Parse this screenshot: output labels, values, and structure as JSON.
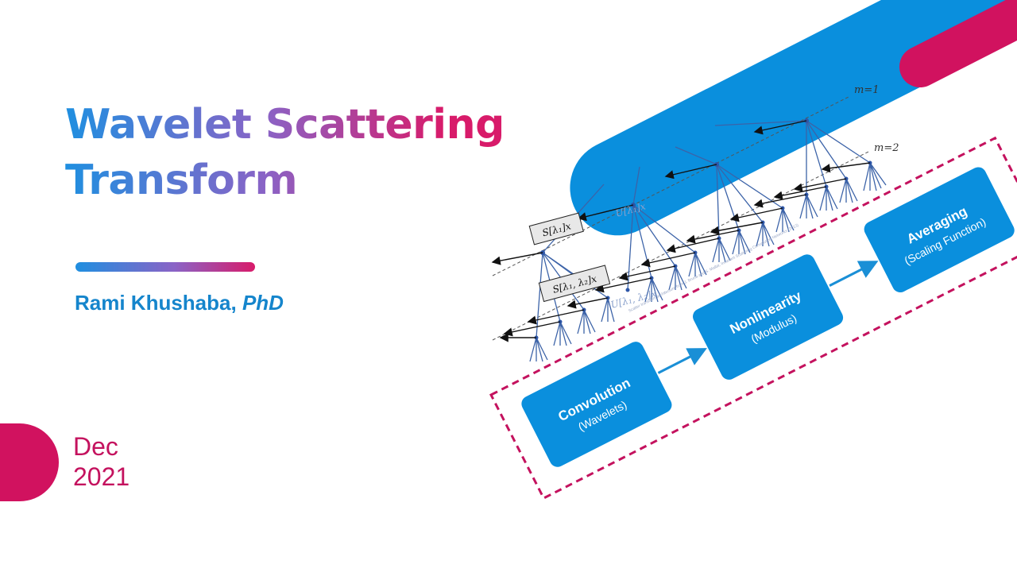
{
  "title": {
    "line1": "Wavelet Scattering",
    "line2": "Transform"
  },
  "author": {
    "name": "Rami Khushaba, ",
    "degree": "PhD"
  },
  "date": {
    "month": "Dec",
    "year": "2021"
  },
  "diagram": {
    "label_m1": "m=1",
    "label_m2": "m=2",
    "box_s1": "S[λ₁]x",
    "box_s12": "S[λ₁, λ₂]x",
    "label_u1": "U[λ₁]x",
    "label_u12": "U[λ₁, λ₂]x",
    "caption": "Scatter transform architecture from J. Bruna and S. Mallat, Invariant Scattering Convolution Networks (2013)",
    "steps": [
      {
        "title": "Convolution",
        "subtitle": "(Wavelets)"
      },
      {
        "title": "Nonlinearity",
        "subtitle": "(Modulus)"
      },
      {
        "title": "Averaging",
        "subtitle": "(Scaling Function)"
      }
    ]
  },
  "colors": {
    "blue": "#0a8fdd",
    "magenta": "#d1125f",
    "navy": "#1f3f8f"
  },
  "icons": [
    "half-circle-shape",
    "blue-pill-shape",
    "magenta-pill-shape",
    "arrow-icon"
  ]
}
